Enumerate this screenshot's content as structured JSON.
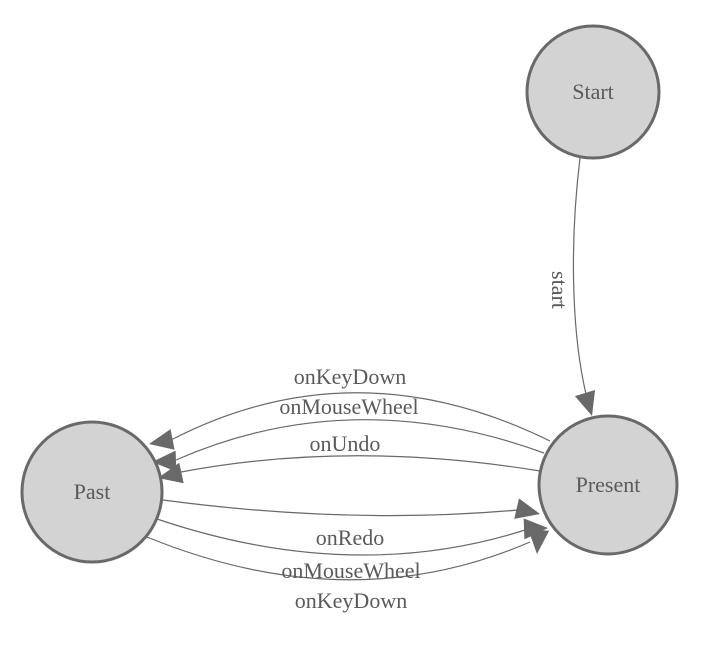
{
  "diagram": {
    "type": "state-machine",
    "colors": {
      "background": "#ffffff",
      "node_fill": "#d3d3d3",
      "node_border": "#696969",
      "edge_line": "#696969",
      "arrowhead": "#696969",
      "label_text": "#5a5a5a"
    },
    "nodes": [
      {
        "id": "start",
        "label": "Start"
      },
      {
        "id": "present",
        "label": "Present"
      },
      {
        "id": "past",
        "label": "Past"
      }
    ],
    "edges": [
      {
        "from": "start",
        "to": "present",
        "label": "start"
      },
      {
        "from": "present",
        "to": "past",
        "label": "onKeyDown"
      },
      {
        "from": "present",
        "to": "past",
        "label": "onMouseWheel"
      },
      {
        "from": "present",
        "to": "past",
        "label": "onUndo"
      },
      {
        "from": "past",
        "to": "present",
        "label": "onRedo"
      },
      {
        "from": "past",
        "to": "present",
        "label": "onMouseWheel"
      },
      {
        "from": "past",
        "to": "present",
        "label": "onKeyDown"
      }
    ]
  }
}
